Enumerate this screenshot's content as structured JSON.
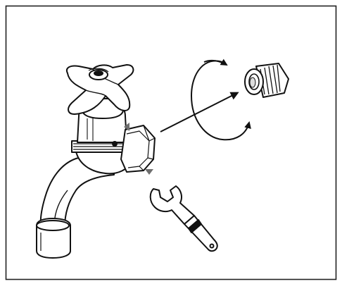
{
  "figure": {
    "kind": "installation-illustration",
    "background_color": "#ffffff",
    "line_color": "#111111",
    "marker_color": "#6e6e6e",
    "parts": [
      {
        "name": "cross-handle",
        "icon": "cross-handle-icon"
      },
      {
        "name": "faucet-body",
        "icon": "faucet-icon"
      },
      {
        "name": "hex-nut",
        "icon": "hex-nut-icon"
      },
      {
        "name": "threaded-adapter",
        "icon": "threaded-fitting-icon"
      },
      {
        "name": "wrench",
        "icon": "wrench-icon"
      },
      {
        "name": "direction-arrow",
        "icon": "arrow-right-up-icon"
      },
      {
        "name": "rotation-arrow",
        "icon": "rotate-icon"
      }
    ]
  }
}
